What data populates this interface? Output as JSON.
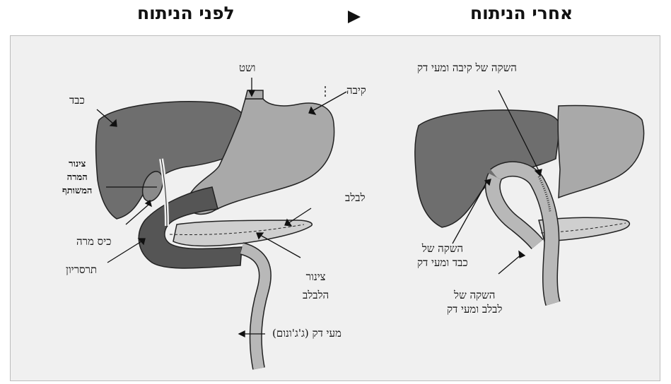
{
  "headers": {
    "before": "לפני הניתוח",
    "after": "אחרי הניתוח"
  },
  "before_labels": {
    "esophagus": "ושט",
    "stomach": "קיבה",
    "liver": "כבד",
    "common_bile_duct": [
      "צינור",
      "המרה",
      "המשותף"
    ],
    "gallbladder": "כיס מרה",
    "duodenum": "תרסריון",
    "pancreas": "לבלב",
    "pancreatic_duct": [
      "צינור",
      "הלבלב"
    ],
    "jejunum": "מעי דק (ג'ג'ונום)"
  },
  "after_labels": {
    "stomach_anastomosis": "השקה של קיבה ומעי דק",
    "liver_anastomosis": [
      "השקה של",
      "כבד ומעי דק"
    ],
    "pancreas_anastomosis": [
      "השקה של",
      "לבלב ומעי דק"
    ]
  },
  "colors": {
    "liver": "#6e6e6e",
    "stomach": "#a9a9a9",
    "duodenum": "#555555",
    "intestine": "#b8b8b8",
    "pancreas": "#cfcfcf",
    "background": "#f0f0f0"
  }
}
